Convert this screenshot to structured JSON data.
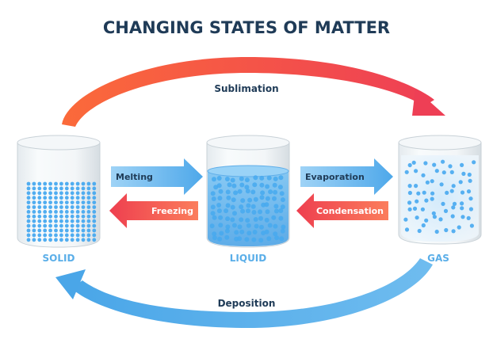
{
  "title": "CHANGING STATES OF MATTER",
  "states": {
    "solid": "SOLID",
    "liquid": "LIQUID",
    "gas": "GAS"
  },
  "processes": {
    "sublimation": "Sublimation",
    "melting": "Melting",
    "freezing": "Freezing",
    "evaporation": "Evaporation",
    "condensation": "Condensation",
    "deposition": "Deposition"
  },
  "colors": {
    "title": "#1f3b57",
    "state_label": "#5aaee8",
    "heat_arrow": "#f0464f",
    "cool_arrow": "#5fb2ec",
    "particle": "#47a9ef"
  }
}
